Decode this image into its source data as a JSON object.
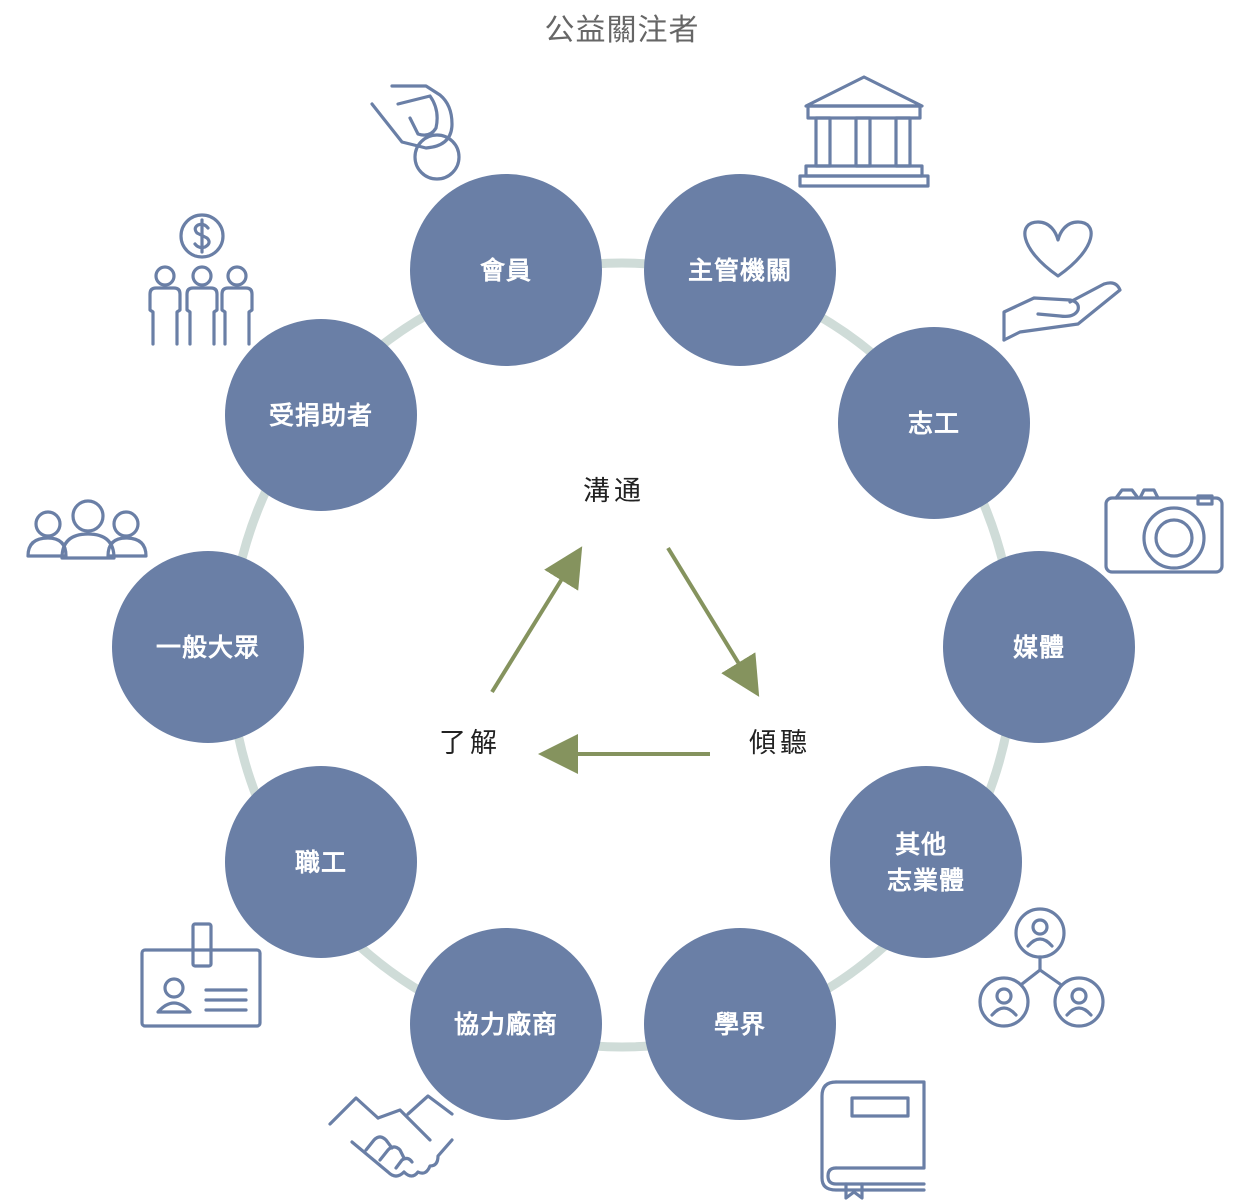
{
  "title": "公益關注者",
  "colors": {
    "node_fill": "#6a7fa6",
    "ring": "#cfdcd8",
    "arrow": "#85935e",
    "icon_stroke": "#6a7fa6"
  },
  "nodes": [
    {
      "label": "會員",
      "icon": "hand-coin-icon"
    },
    {
      "label": "主管機關",
      "icon": "government-building-icon"
    },
    {
      "label": "志工",
      "icon": "heart-in-hand-icon"
    },
    {
      "label": "媒體",
      "icon": "camera-icon"
    },
    {
      "label": "其他\n志業體",
      "icon": "organization-network-icon"
    },
    {
      "label": "學界",
      "icon": "book-icon"
    },
    {
      "label": "協力廠商",
      "icon": "handshake-icon"
    },
    {
      "label": "職工",
      "icon": "id-badge-icon"
    },
    {
      "label": "一般大眾",
      "icon": "people-group-icon"
    },
    {
      "label": "受捐助者",
      "icon": "beneficiaries-icon"
    }
  ],
  "cycle": {
    "top": "溝通",
    "right": "傾聽",
    "left": "了解"
  }
}
